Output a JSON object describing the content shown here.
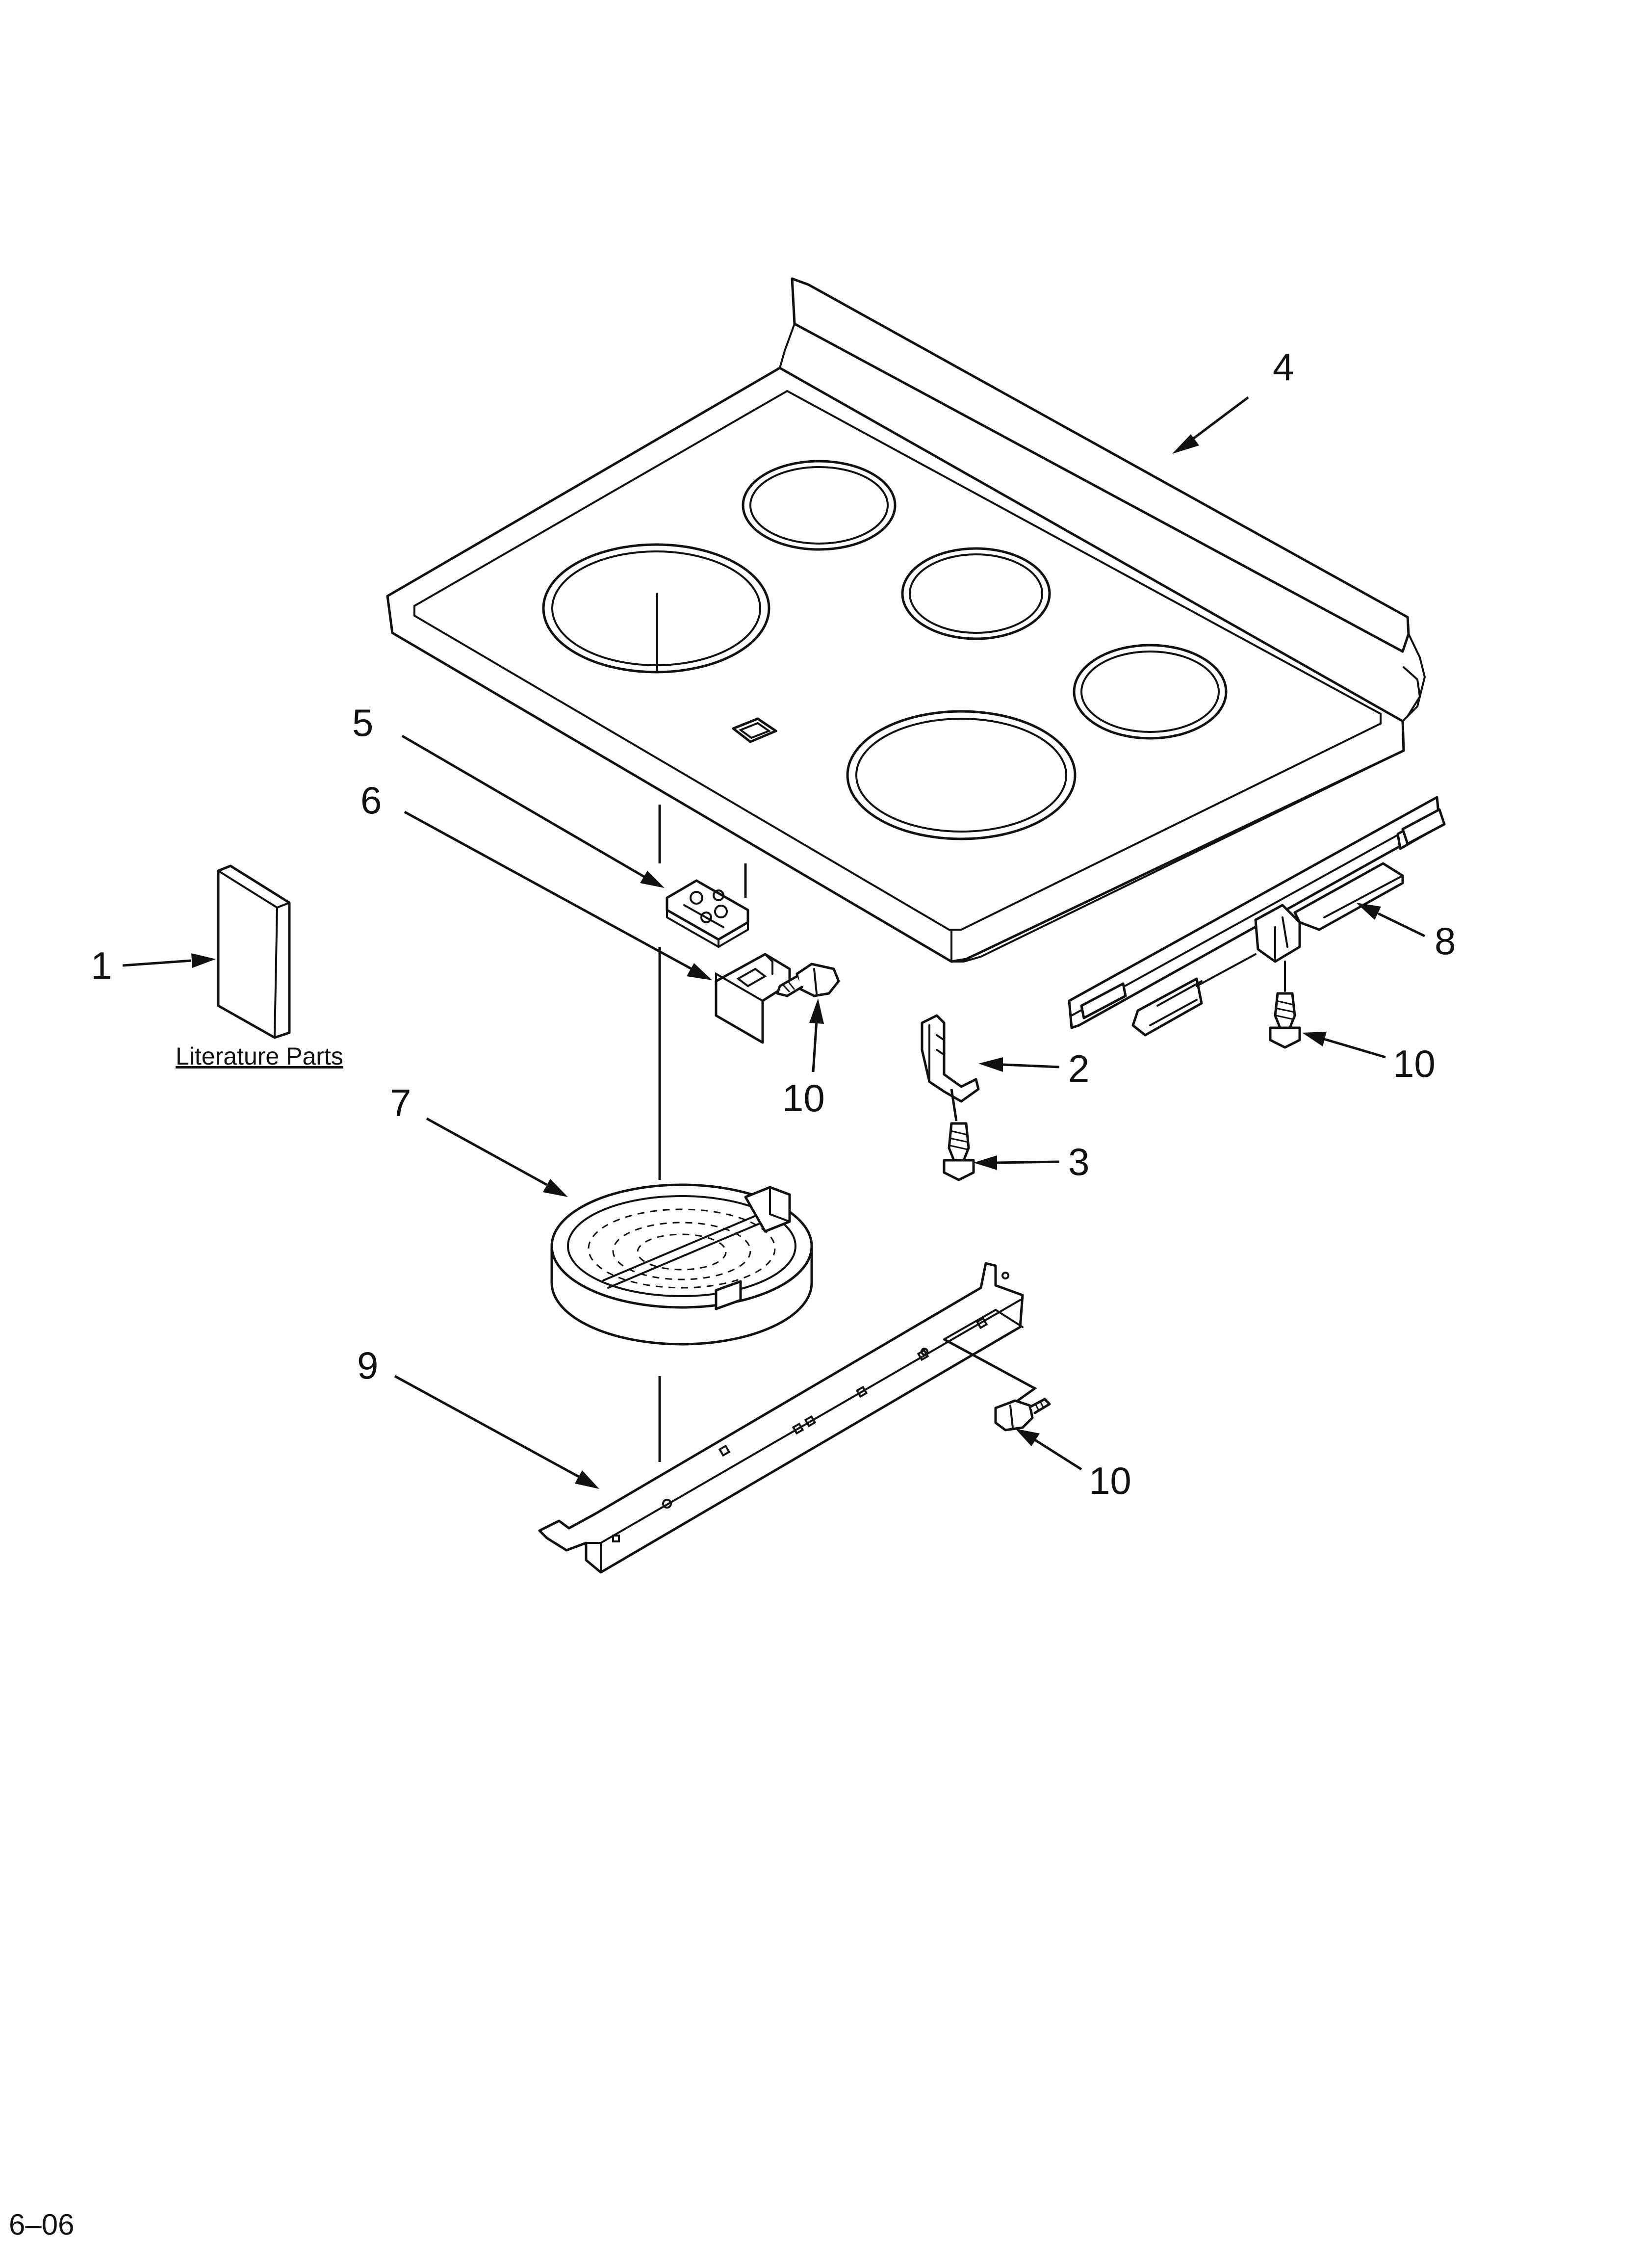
{
  "callouts": {
    "c1": "1",
    "c2": "2",
    "c3": "3",
    "c4": "4",
    "c5": "5",
    "c6": "6",
    "c7": "7",
    "c8": "8",
    "c9": "9",
    "c10a": "10",
    "c10b": "10",
    "c10c": "10"
  },
  "literature_label": "Literature Parts",
  "footer_code": "6–06"
}
